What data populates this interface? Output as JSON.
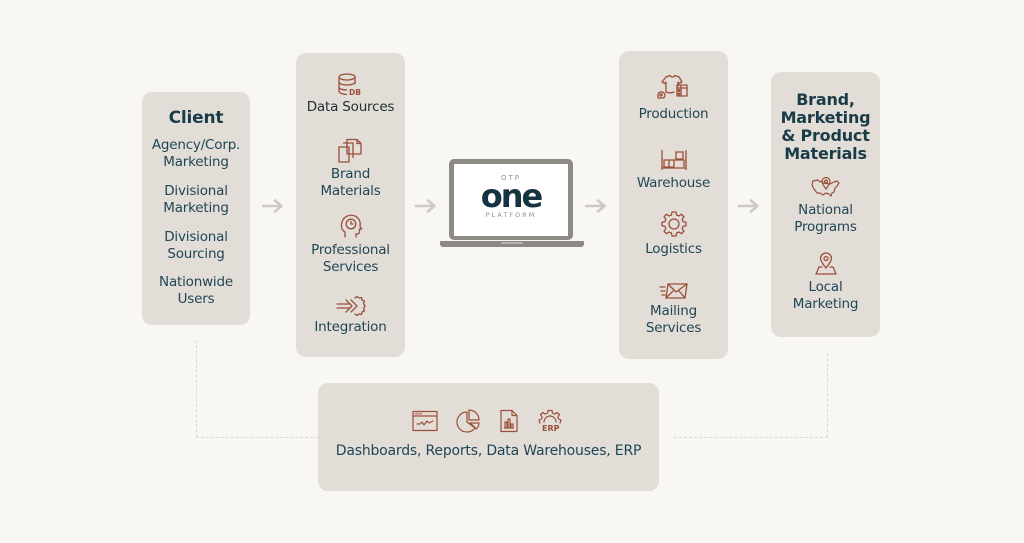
{
  "colors": {
    "background": "#f8f7f4",
    "panel": "#e3ddd7",
    "text": "#1f4656",
    "icon": "#9a4f3a",
    "arrow": "#cfc9c3",
    "laptop": "#8d8a85",
    "logo": "#163342"
  },
  "client": {
    "title": "Client",
    "items": [
      {
        "line1": "Agency/Corp.",
        "line2": "Marketing"
      },
      {
        "line1": "Divisional",
        "line2": "Marketing"
      },
      {
        "line1": "Divisional",
        "line2": "Sourcing"
      },
      {
        "line1": "Nationwide",
        "line2": "Users"
      }
    ]
  },
  "inputs": {
    "items": [
      {
        "icon": "database-icon",
        "line1": "Data Sources",
        "line2": ""
      },
      {
        "icon": "documents-stack-icon",
        "line1": "Brand",
        "line2": "Materials"
      },
      {
        "icon": "head-idea-icon",
        "line1": "Professional",
        "line2": "Services"
      },
      {
        "icon": "integration-arrow-gear-icon",
        "line1": "Integration",
        "line2": ""
      }
    ],
    "db_badge": "DB"
  },
  "platform": {
    "top": "OTP",
    "logo": "one",
    "bottom": "PLATFORM"
  },
  "fulfillment": {
    "items": [
      {
        "icon": "apparel-production-icon",
        "line1": "Production",
        "line2": ""
      },
      {
        "icon": "warehouse-shelf-icon",
        "line1": "Warehouse",
        "line2": ""
      },
      {
        "icon": "gear-icon",
        "line1": "Logistics",
        "line2": ""
      },
      {
        "icon": "mail-envelope-icon",
        "line1": "Mailing",
        "line2": "Services"
      }
    ]
  },
  "output": {
    "title_lines": [
      "Brand,",
      "Marketing",
      "& Product",
      "Materials"
    ],
    "items": [
      {
        "icon": "us-map-pin-icon",
        "line1": "National",
        "line2": "Programs"
      },
      {
        "icon": "location-pin-icon",
        "line1": "Local",
        "line2": "Marketing"
      }
    ]
  },
  "reporting": {
    "icons": [
      "dashboard-icon",
      "pie-chart-icon",
      "report-chart-icon",
      "erp-gear-icon"
    ],
    "erp_badge": "ERP",
    "label": "Dashboards, Reports, Data Warehouses, ERP"
  }
}
